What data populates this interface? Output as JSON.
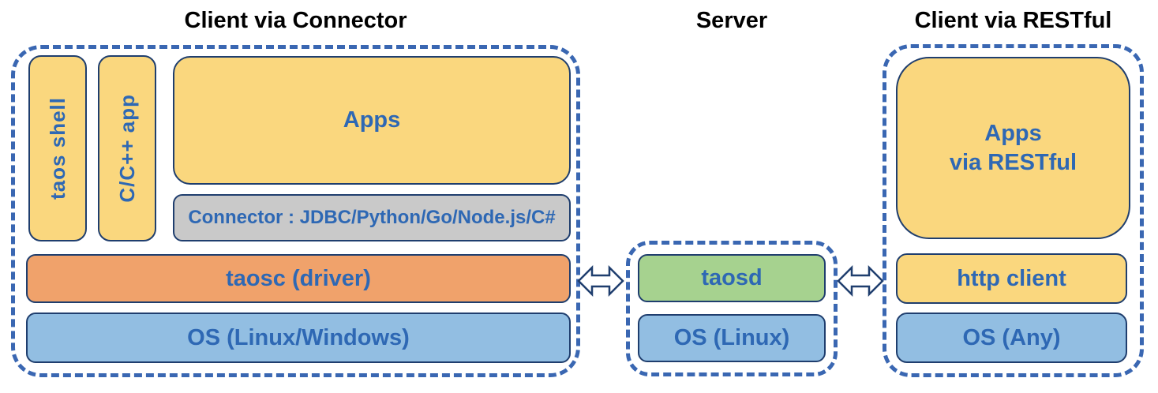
{
  "colors": {
    "dash-blue": "#3A67B2",
    "box-border": "#1F3E6E",
    "label-blue": "#2E68B4",
    "title-black": "#000000",
    "yellow": "#FAD77E",
    "gray": "#C9C9C9",
    "orange": "#F0A26B",
    "blue": "#92BEE2",
    "green": "#A6D28F"
  },
  "sections": [
    {
      "title": "Client via Connector",
      "boxes": {
        "taos_shell": "taos shell",
        "cpp_app": "C/C++ app",
        "apps": "Apps",
        "connector": "Connector : JDBC/Python/Go/Node.js/C#",
        "taosc": "taosc (driver)",
        "os": "OS (Linux/Windows)"
      }
    },
    {
      "title": "Server",
      "boxes": {
        "taosd": "taosd",
        "os": "OS (Linux)"
      }
    },
    {
      "title": "Client via RESTful",
      "boxes": {
        "apps_line1": "Apps",
        "apps_line2": "via RESTful",
        "http_client": "http client",
        "os": "OS (Any)"
      }
    }
  ],
  "icons": {
    "left_link": "bidirectional-arrow",
    "right_link": "bidirectional-arrow"
  }
}
